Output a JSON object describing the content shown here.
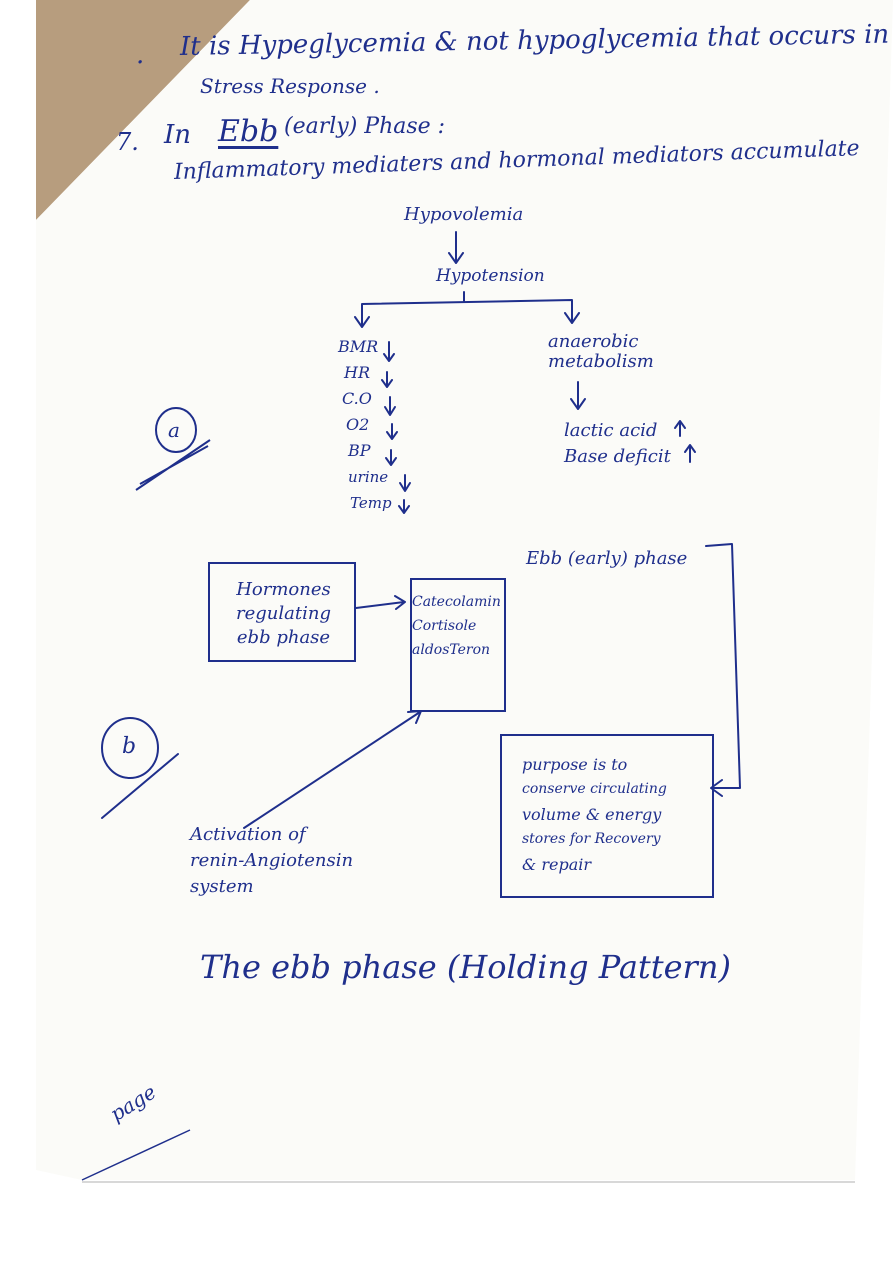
{
  "colors": {
    "ink": "#1f2f8c",
    "paper": "#fbfbf8",
    "desk": "#b79d7e"
  },
  "header": {
    "bullet": ".",
    "line1": "It is Hypeglycemia & not hypoglycemia that occurs in",
    "line2": "Stress Response ."
  },
  "point7": {
    "number": "7.",
    "lead": "In",
    "ebb": "Ebb",
    "rest": "(early) Phase :"
  },
  "mediators_line": "Inflammatory mediaters and hormonal mediators accumulate",
  "flow": {
    "hypovolemia": "Hypovolemia",
    "hypotension": "Hypotension",
    "left_items": [
      "BMR",
      "HR",
      "C.O",
      "O2",
      "BP",
      "urine",
      "Temp"
    ],
    "right_top": [
      "anaerobic",
      "metabolism"
    ],
    "right_bottom": [
      "lactic acid",
      "Base deficit"
    ]
  },
  "label_a": "a",
  "label_b": "b",
  "diagram_b": {
    "hormones_box": [
      "Hormones",
      "regulating",
      "ebb phase"
    ],
    "hormones_list": [
      "Catecolamin",
      "Cortisole",
      "aldosTeron"
    ],
    "ebb_label": "Ebb (early) phase",
    "purpose": [
      "purpose is to",
      "conserve circulating",
      "volume & energy",
      "stores for Recovery",
      "& repair"
    ],
    "renin": [
      "Activation of",
      "renin-Angiotensin",
      "system"
    ]
  },
  "footer_title": "The ebb phase (Holding Pattern)",
  "page_note": "page"
}
